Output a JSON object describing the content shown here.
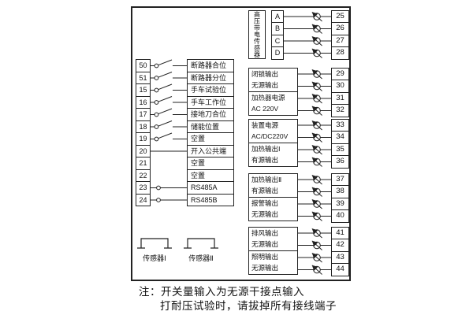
{
  "diagram": {
    "left_inputs": [
      {
        "num": "50",
        "label": "断路器合位"
      },
      {
        "num": "51",
        "label": "断路器分位"
      },
      {
        "num": "15",
        "label": "手车试验位"
      },
      {
        "num": "16",
        "label": "手车工作位"
      },
      {
        "num": "17",
        "label": "接地刀合位"
      },
      {
        "num": "18",
        "label": "储能位置"
      },
      {
        "num": "19",
        "label": "空置"
      },
      {
        "num": "20",
        "label": "开入公共端"
      },
      {
        "num": "21",
        "label": "空置"
      },
      {
        "num": "22",
        "label": "空置"
      },
      {
        "num": "23",
        "label": "RS485A"
      },
      {
        "num": "24",
        "label": "RS485B"
      }
    ],
    "hv_sensor": {
      "label": "高压带电传感器",
      "phases": [
        "A",
        "B",
        "C",
        "D"
      ],
      "terminals": [
        "25",
        "26",
        "27",
        "28"
      ]
    },
    "outputs": [
      {
        "line1": "闭锁输出",
        "line2": "无源输出",
        "t1": "29",
        "t2": "30"
      },
      {
        "line1": "加热器电源",
        "line2": "AC 220V",
        "t1": "31",
        "t2": "32"
      },
      {
        "line1": "装置电源",
        "line2": "AC/DC220V",
        "t1": "33",
        "t2": "34"
      },
      {
        "line1": "加热输出Ⅰ",
        "line2": "有源输出",
        "t1": "35",
        "t2": "36"
      },
      {
        "line1": "加热输出Ⅱ",
        "line2": "有源输出",
        "t1": "37",
        "t2": "38"
      },
      {
        "line1": "报警输出",
        "line2": "无源输出",
        "t1": "39",
        "t2": "40"
      },
      {
        "line1": "排风输出",
        "line2": "无源输出",
        "t1": "41",
        "t2": "42"
      },
      {
        "line1": "照明输出",
        "line2": "无源输出",
        "t1": "43",
        "t2": "44"
      }
    ],
    "sensors": [
      {
        "label": "传感器Ⅰ"
      },
      {
        "label": "传感器Ⅱ"
      }
    ],
    "notes": [
      "注：开关量输入为无源干接点输入",
      "打耐压试验时，请拔掉所有接线端子"
    ]
  }
}
